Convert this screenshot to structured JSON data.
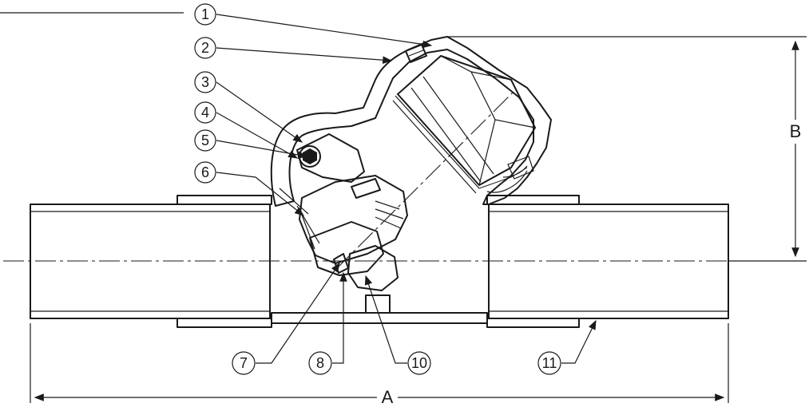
{
  "callouts": [
    {
      "num": "1"
    },
    {
      "num": "2"
    },
    {
      "num": "3"
    },
    {
      "num": "4"
    },
    {
      "num": "5"
    },
    {
      "num": "6"
    },
    {
      "num": "7"
    },
    {
      "num": "8"
    },
    {
      "num": "10"
    },
    {
      "num": "11"
    }
  ],
  "dimensions": {
    "overall_length": "A",
    "height": "B"
  },
  "colors": {
    "ink": "#1a1a1a",
    "background": "#ffffff"
  }
}
